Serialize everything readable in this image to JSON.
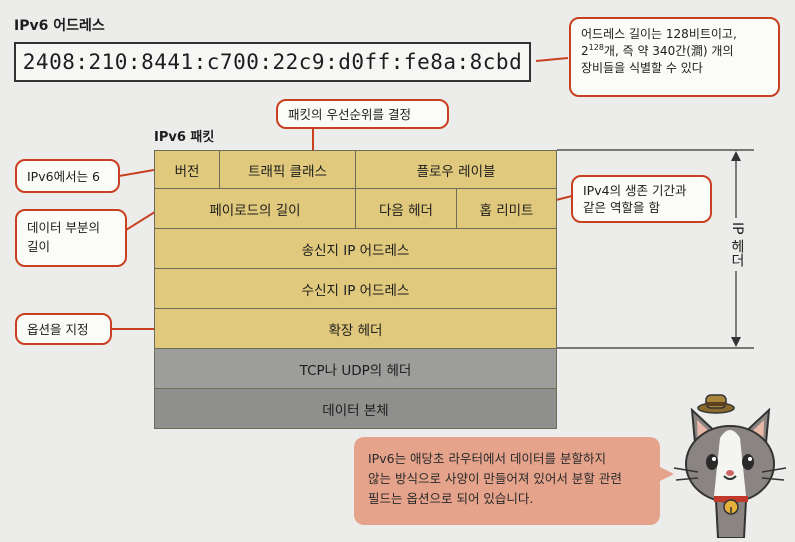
{
  "ipv6_address": {
    "title": "IPv6 어드레스",
    "value": "2408:210:8441:c700:22c9:d0ff:fe8a:8cbd"
  },
  "address_callout": {
    "line1": "어드레스 길이는 128비트이고,",
    "line2_base": "2",
    "line2_exp": "128",
    "line2_rest": "개, 즉 약 340간(澗) 개의",
    "line3": "장비들을 식별할 수 있다"
  },
  "packet": {
    "title": "IPv6 패킷",
    "rows": [
      [
        "버전",
        "트래픽 클래스",
        "플로우 레이블"
      ],
      [
        "페이로드의 길이",
        "다음 헤더",
        "홉 리미트"
      ],
      [
        "송신지 IP 어드레스"
      ],
      [
        "수신지 IP 어드레스"
      ],
      [
        "확장 헤더"
      ],
      [
        "TCP나 UDP의 헤더"
      ],
      [
        "데이터 본체"
      ]
    ],
    "ip_header_label": "IP 헤더"
  },
  "callouts": {
    "priority": "패킷의 우선순위를 결정",
    "version": "IPv6에서는 6",
    "payload_line1": "데이터 부분의",
    "payload_line2": "길이",
    "hoplimit_line1": "IPv4의 생존 기간과",
    "hoplimit_line2": "같은 역할을 함",
    "options": "옵션을 지정"
  },
  "note": {
    "line1": "IPv6는 애당초 라우터에서 데이터를 분할하지",
    "line2": "않는 방식으로 사양이 만들어져 있어서 분할 관련",
    "line3": "필드는 옵션으로 되어 있습니다."
  },
  "colors": {
    "ip_header": "#e0c97c",
    "tcp_header": "#9d9d9b",
    "callout_border": "#c8401f",
    "note_bg": "#e5a38c"
  }
}
